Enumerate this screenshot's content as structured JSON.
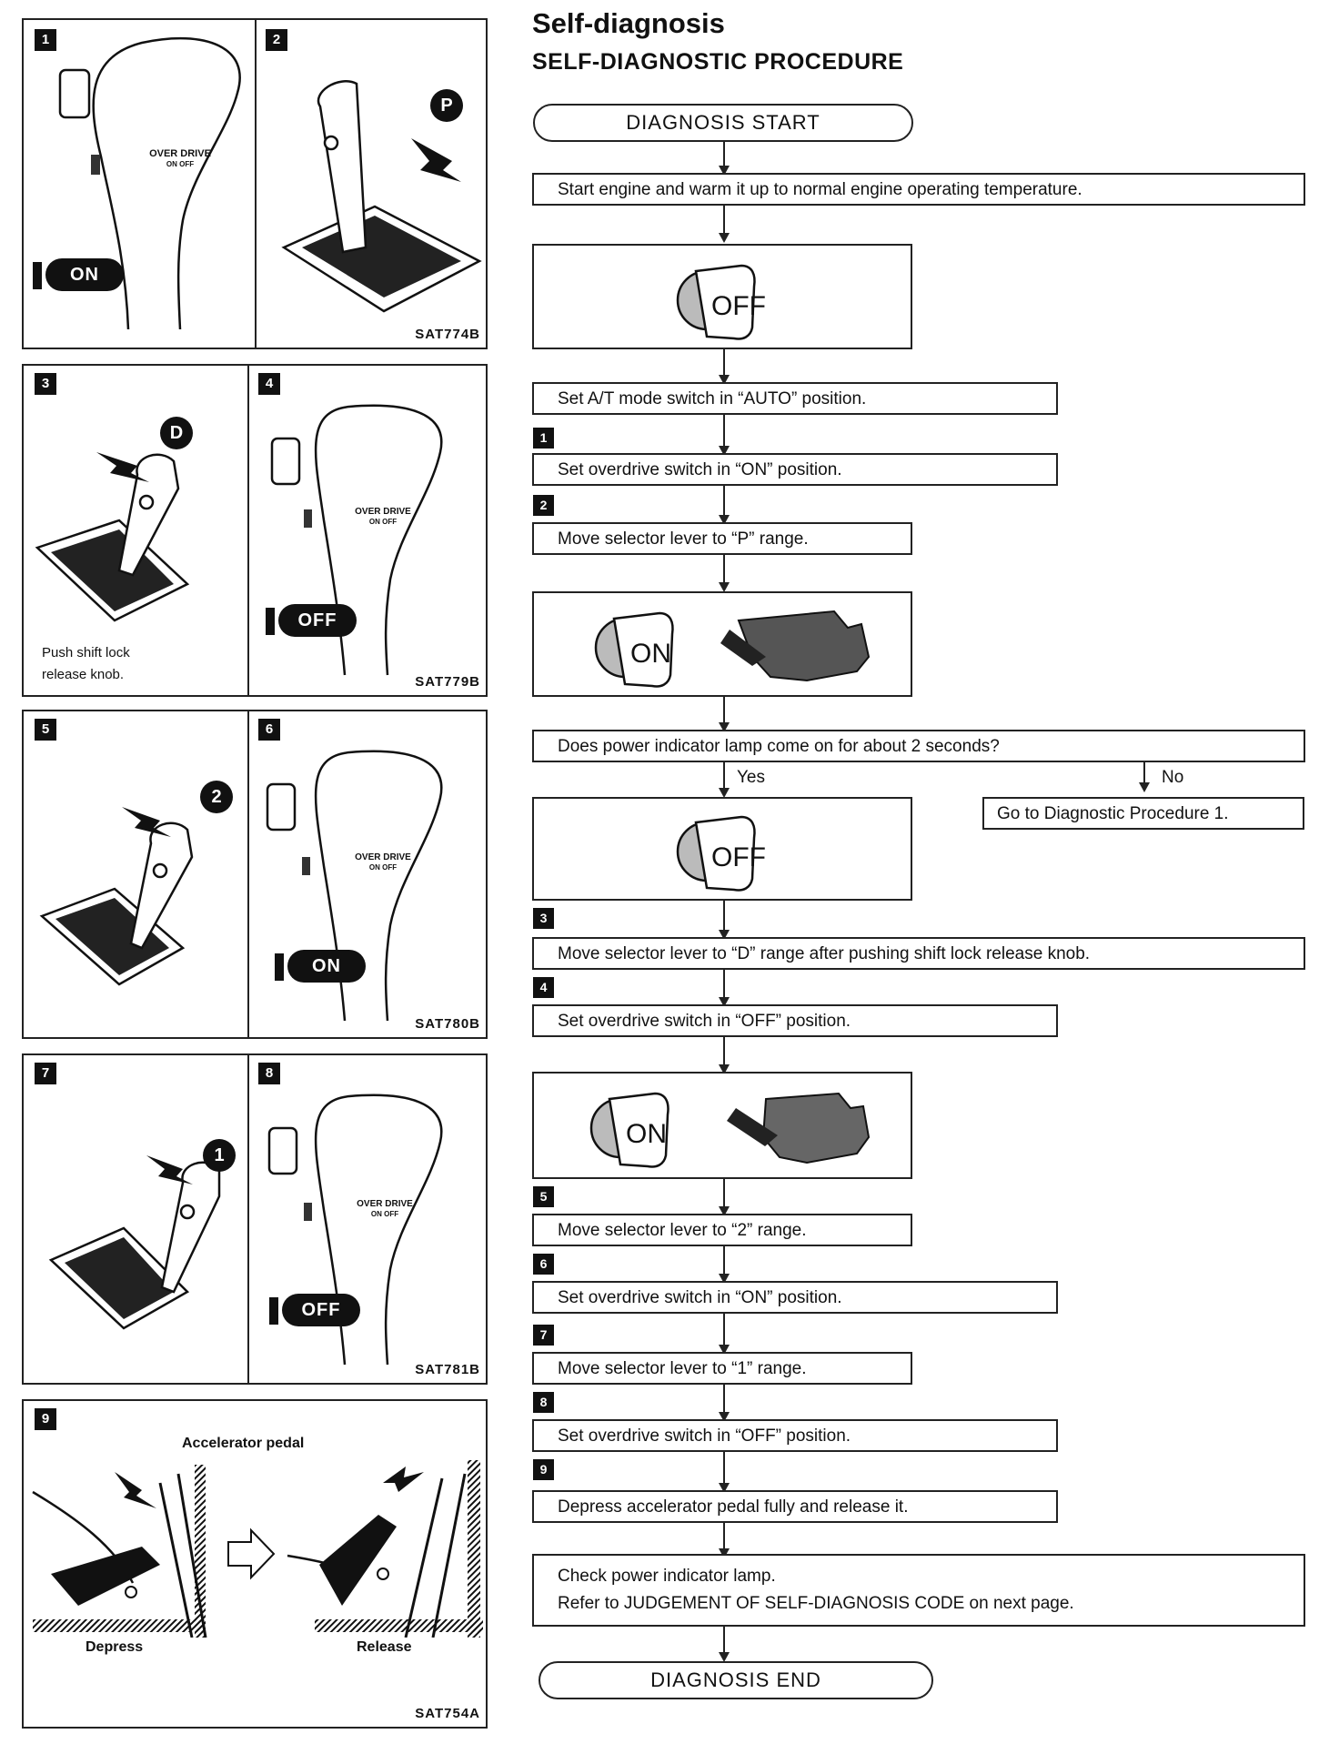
{
  "header": {
    "title": "Self-diagnosis",
    "subtitle": "SELF-DIAGNOSTIC PROCEDURE"
  },
  "figures": {
    "fig1": {
      "panel_a_number": "1",
      "panel_b_number": "2",
      "overdrive_label": "OVER DRIVE",
      "overdrive_sub": "ON OFF",
      "switch_state": "ON",
      "range_badge": "P",
      "code": "SAT774B"
    },
    "fig2": {
      "panel_a_number": "3",
      "panel_b_number": "4",
      "range_badge": "D",
      "caption_line1": "Push shift lock",
      "caption_line2": "release knob.",
      "overdrive_label": "OVER DRIVE",
      "overdrive_sub": "ON OFF",
      "switch_state": "OFF",
      "code": "SAT779B"
    },
    "fig3": {
      "panel_a_number": "5",
      "panel_b_number": "6",
      "range_badge": "2",
      "overdrive_label": "OVER DRIVE",
      "overdrive_sub": "ON OFF",
      "switch_state": "ON",
      "code": "SAT780B"
    },
    "fig4": {
      "panel_a_number": "7",
      "panel_b_number": "8",
      "range_badge": "1",
      "overdrive_label": "OVER DRIVE",
      "overdrive_sub": "ON OFF",
      "switch_state": "OFF",
      "code": "SAT781B"
    },
    "fig5": {
      "panel_number": "9",
      "heading": "Accelerator pedal",
      "left_label": "Depress",
      "right_label": "Release",
      "code": "SAT754A"
    }
  },
  "flow": {
    "start": "DIAGNOSIS START",
    "s1": "Start engine and warm it up to normal engine operating temperature.",
    "key_off_1": "OFF",
    "s2": "Set A/T mode switch in “AUTO” position.",
    "step1": "1",
    "s3": "Set overdrive switch in “ON” position.",
    "step2": "2",
    "s4": "Move selector lever to “P” range.",
    "key_on_1": "ON",
    "q1": "Does power indicator lamp come on for about 2 seconds?",
    "yes": "Yes",
    "no": "No",
    "no_branch": "Go to Diagnostic Procedure 1.",
    "key_off_2": "OFF",
    "step3": "3",
    "s5": "Move selector lever to “D” range after pushing shift lock release knob.",
    "step4": "4",
    "s6": "Set overdrive switch in “OFF” position.",
    "key_on_2": "ON",
    "step5": "5",
    "s7": "Move selector lever to “2” range.",
    "step6": "6",
    "s8": "Set overdrive switch in “ON” position.",
    "step7": "7",
    "s9": "Move selector lever to “1” range.",
    "step8": "8",
    "s10": "Set overdrive switch in “OFF” position.",
    "step9": "9",
    "s11": "Depress accelerator pedal fully and release it.",
    "s12_line1": "Check power indicator lamp.",
    "s12_line2": "Refer to JUDGEMENT OF SELF-DIAGNOSIS CODE on next page.",
    "end": "DIAGNOSIS END"
  }
}
